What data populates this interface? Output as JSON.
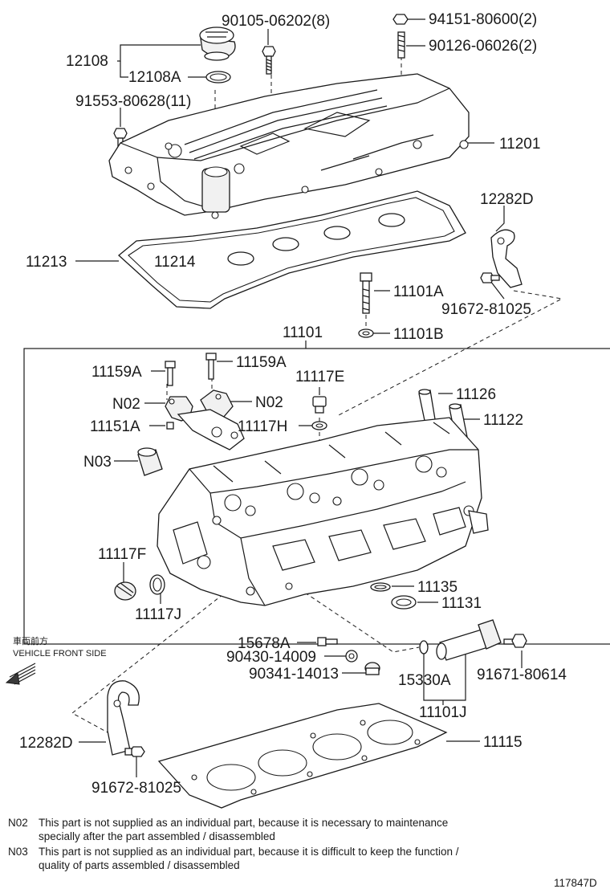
{
  "labels": {
    "p12108": "12108",
    "p12108A": "12108A",
    "p90105": "90105-06202(8)",
    "p94151": "94151-80600(2)",
    "p90126": "90126-06026(2)",
    "p91553": "91553-80628(11)",
    "p11201": "11201",
    "p12282D_top": "12282D",
    "p11213": "11213",
    "p11214": "11214",
    "p11101A": "11101A",
    "p91672_top": "91672-81025",
    "p11101B": "11101B",
    "p11101": "11101",
    "p11159A_left": "11159A",
    "p11159A_right": "11159A",
    "p11117E": "11117E",
    "pN02_left": "N02",
    "pN02_right": "N02",
    "p11126": "11126",
    "p11151A": "11151A",
    "p11117H": "11117H",
    "p11122": "11122",
    "pN03": "N03",
    "p11117F": "11117F",
    "p11117J": "11117J",
    "p11135": "11135",
    "p11131": "11131",
    "p15678A": "15678A",
    "p90430": "90430-14009",
    "p90341": "90341-14013",
    "p15330A": "15330A",
    "p91671": "91671-80614",
    "p11101J": "11101J",
    "p12282D_bottom": "12282D",
    "p11115": "11115",
    "p91672_bottom": "91672-81025"
  },
  "front_side": {
    "japanese": "車両前方",
    "english": "VEHICLE FRONT SIDE"
  },
  "notes": {
    "n02_code": "N02",
    "n02_line1": "This part is not supplied as an individual part, because it is necessary to maintenance",
    "n02_line2": "specially after the part assembled / disassembled",
    "n03_code": "N03",
    "n03_line1": "This part is not supplied as an individual part, because it is difficult to keep the function /",
    "n03_line2": "quality of parts  assembled / disassembled"
  },
  "figure_id": "117847D"
}
